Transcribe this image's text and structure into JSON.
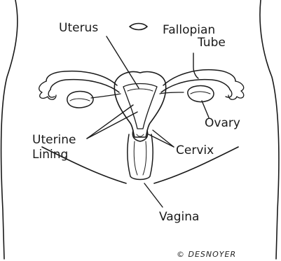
{
  "labels": {
    "uterus": "Uterus",
    "fallopian_line1": "Fallopian",
    "fallopian_line2": "Tube",
    "ovary": "Ovary",
    "uterine_line1": "Uterine",
    "uterine_line2": "Lining",
    "cervix": "Cervix",
    "vagina": "Vagina"
  },
  "signature": "© DESNOYER",
  "colors": {
    "ink": "#1a1a1a",
    "background": "#ffffff"
  }
}
